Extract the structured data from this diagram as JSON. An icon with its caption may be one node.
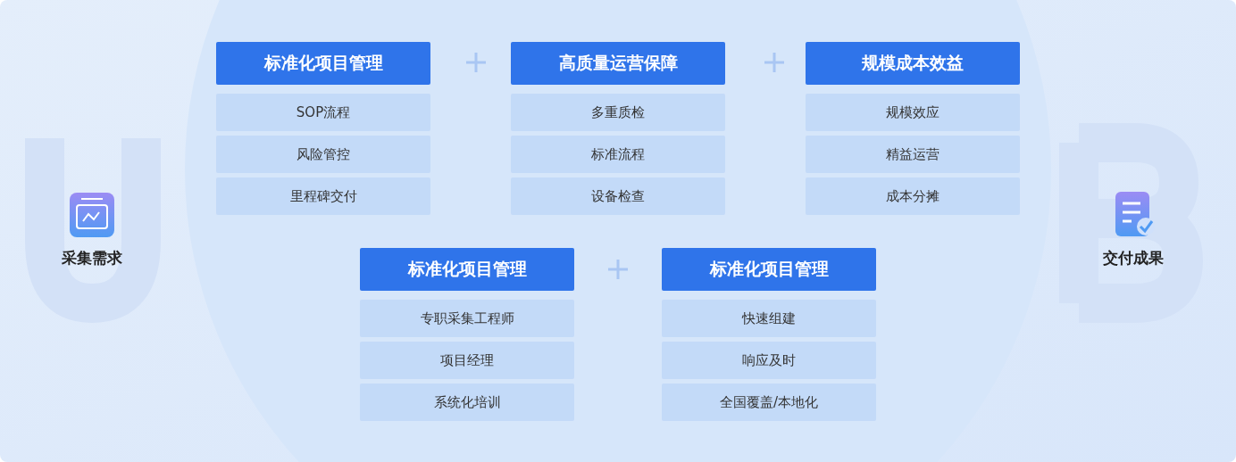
{
  "diagram": {
    "nodes": [
      {
        "text": [
          "采集需求"
        ]
      },
      {
        "text": [
          "标准化项目管理"
        ]
      },
      {
        "text": [
          "SOP流程"
        ]
      },
      {
        "text": [
          "风险管控"
        ]
      },
      {
        "text": [
          "里程碑交付"
        ]
      },
      {
        "text": [
          "高质量运营保障"
        ]
      },
      {
        "text": [
          "多重质检"
        ]
      },
      {
        "text": [
          "标准流程"
        ]
      },
      {
        "text": [
          "设备检查"
        ]
      },
      {
        "text": [
          "规模成本效益"
        ]
      },
      {
        "text": [
          "规模效应"
        ]
      },
      {
        "text": [
          "精益运营"
        ]
      },
      {
        "text": [
          "成本分摊"
        ]
      },
      {
        "text": [
          "标准化项目管理"
        ]
      },
      {
        "text": [
          "专职采集工程师"
        ]
      },
      {
        "text": [
          "项目经理"
        ]
      },
      {
        "text": [
          "系统化培训"
        ]
      },
      {
        "text": [
          "标准化项目管理"
        ]
      },
      {
        "text": [
          "快速组建"
        ]
      },
      {
        "text": [
          "响应及时"
        ]
      },
      {
        "text": [
          "全国覆盖/本地化"
        ]
      },
      {
        "text": [
          "交付成果"
        ]
      }
    ]
  }
}
